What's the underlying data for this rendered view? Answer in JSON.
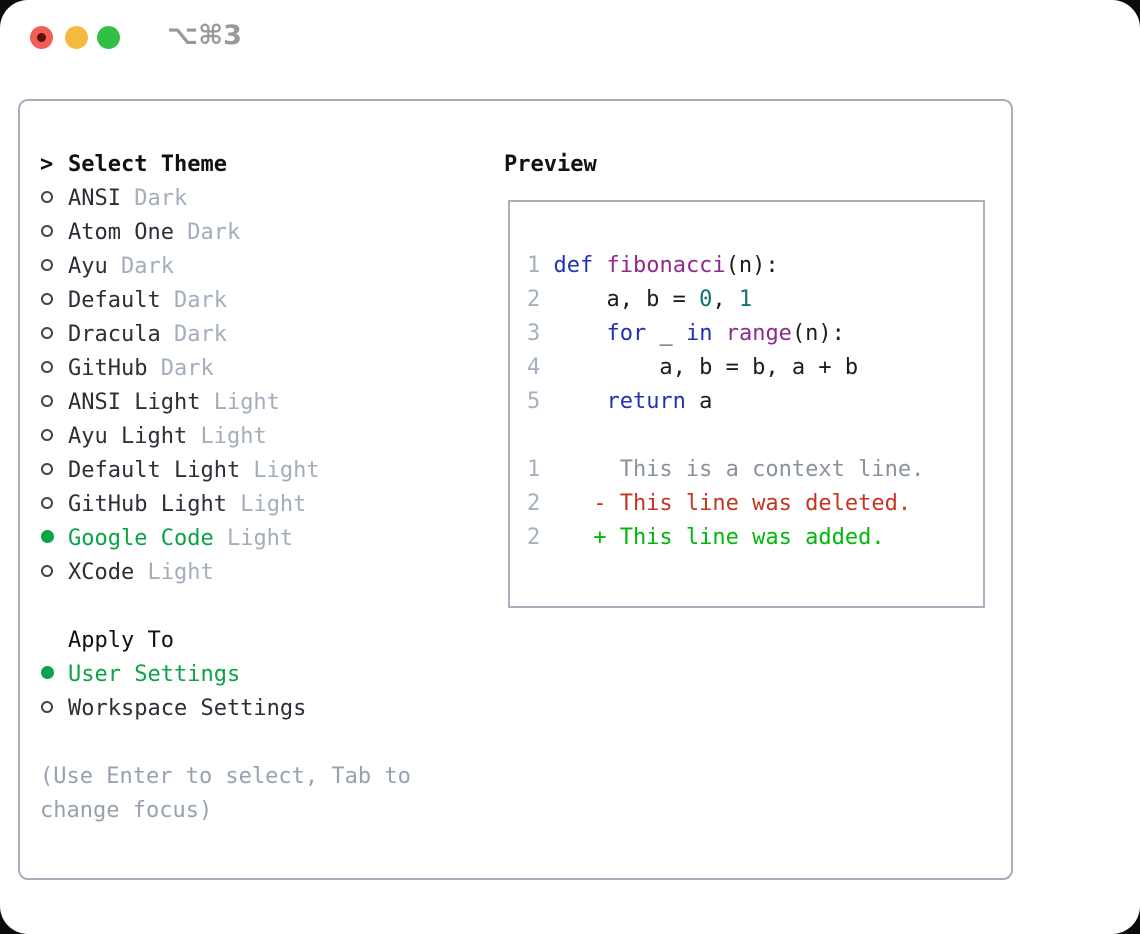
{
  "window": {
    "title": "⌥⌘3",
    "traffic_lights": [
      "close",
      "minimize",
      "zoom"
    ]
  },
  "colors": {
    "green": "#0aa348",
    "item": "#2b2f36",
    "muted": "#a3adbb",
    "help": "#98a2ae",
    "border": "#a6aeb9",
    "border2": "#a9b1bc",
    "title-gray": "#97989c",
    "kw": "#2233b2",
    "fn": "#8e2a8e",
    "nu": "#0e7272",
    "pl": "#1c1c1c",
    "ln": "#a4b0bf",
    "ctx": "#8a929c",
    "del": "#c5351f",
    "add": "#00b80b",
    "tl-red": "#f25e56",
    "tl-red-dot": "#58100e",
    "tl-yellow": "#f5b93e",
    "tl-green": "#32bf48"
  },
  "theme_panel": {
    "header": {
      "cursor": ">",
      "label": "Select Theme"
    },
    "themes": [
      {
        "name": "ANSI",
        "variant": "Dark",
        "selected": false
      },
      {
        "name": "Atom One",
        "variant": "Dark",
        "selected": false
      },
      {
        "name": "Ayu",
        "variant": "Dark",
        "selected": false
      },
      {
        "name": "Default",
        "variant": "Dark",
        "selected": false
      },
      {
        "name": "Dracula",
        "variant": "Dark",
        "selected": false
      },
      {
        "name": "GitHub",
        "variant": "Dark",
        "selected": false
      },
      {
        "name": "ANSI Light",
        "variant": "Light",
        "selected": false
      },
      {
        "name": "Ayu Light",
        "variant": "Light",
        "selected": false
      },
      {
        "name": "Default Light",
        "variant": "Light",
        "selected": false
      },
      {
        "name": "GitHub Light",
        "variant": "Light",
        "selected": false
      },
      {
        "name": "Google Code",
        "variant": "Light",
        "selected": true
      },
      {
        "name": "XCode",
        "variant": "Light",
        "selected": false
      }
    ],
    "apply_to": {
      "label": "Apply To",
      "options": [
        {
          "name": "User Settings",
          "selected": true
        },
        {
          "name": "Workspace Settings",
          "selected": false
        }
      ]
    },
    "help": "(Use Enter to select, Tab to change focus)"
  },
  "preview": {
    "title": "Preview",
    "code_lines": [
      {
        "num": "1",
        "tokens": [
          [
            "kw",
            "def"
          ],
          [
            "pl",
            " "
          ],
          [
            "fn",
            "fibonacci"
          ],
          [
            "pl",
            "(n):"
          ]
        ]
      },
      {
        "num": "2",
        "tokens": [
          [
            "pl",
            "    a, b = "
          ],
          [
            "nu",
            "0"
          ],
          [
            "pl",
            ", "
          ],
          [
            "nu",
            "1"
          ]
        ]
      },
      {
        "num": "3",
        "tokens": [
          [
            "pl",
            "    "
          ],
          [
            "kw",
            "for"
          ],
          [
            "pl",
            " _ "
          ],
          [
            "kw",
            "in"
          ],
          [
            "pl",
            " "
          ],
          [
            "fn",
            "range"
          ],
          [
            "pl",
            "(n):"
          ]
        ]
      },
      {
        "num": "4",
        "tokens": [
          [
            "pl",
            "        a, b = b, a + b"
          ]
        ]
      },
      {
        "num": "5",
        "tokens": [
          [
            "pl",
            "    "
          ],
          [
            "kw",
            "return"
          ],
          [
            "pl",
            " a"
          ]
        ]
      }
    ],
    "diff_lines": [
      {
        "num": "1",
        "kind": "ctx",
        "text": "     This is a context line."
      },
      {
        "num": "2",
        "kind": "del",
        "text": "   - This line was deleted."
      },
      {
        "num": "2",
        "kind": "add",
        "text": "   + This line was added."
      }
    ]
  }
}
